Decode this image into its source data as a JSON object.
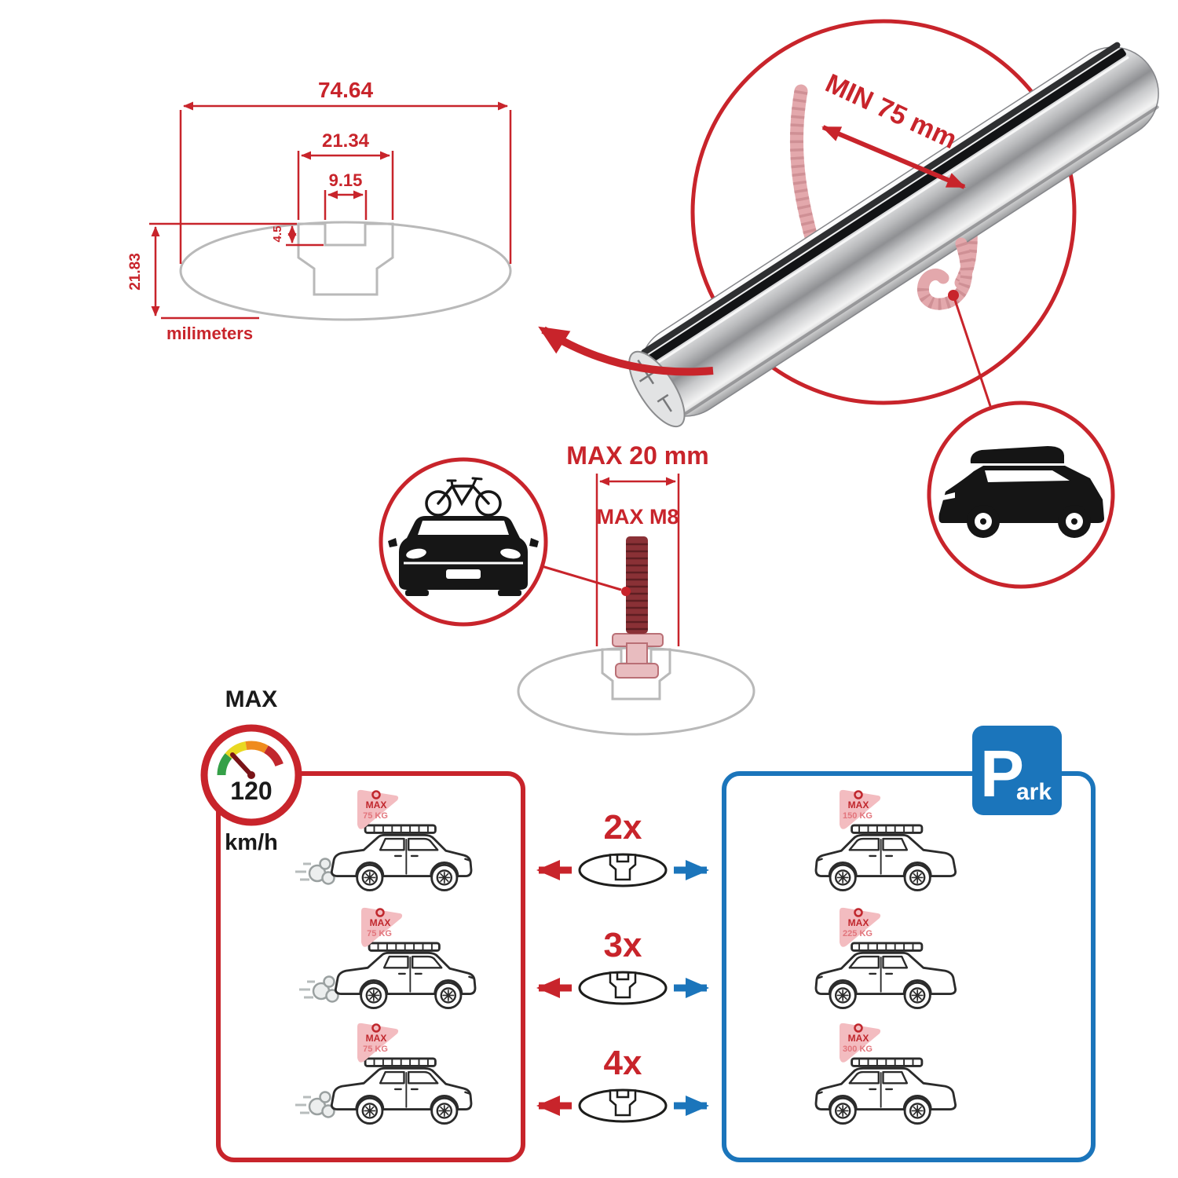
{
  "colors": {
    "accent_red": "#c8242b",
    "accent_blue": "#1b75bb",
    "clamp_pink": "#e3a8ac",
    "profile_gray": "#b9b9b9",
    "line_dark": "#1d1d1b"
  },
  "cross_section": {
    "total_width": "74.64",
    "slot_outer_width": "21.34",
    "slot_inner_width": "9.15",
    "lip_depth": "4.5",
    "profile_height": "21.83",
    "units_label": "milimeters"
  },
  "bar_closeup": {
    "min_clamp_span_label": "MIN 75 mm"
  },
  "bolt_diagram": {
    "max_width_label": "MAX 20 mm",
    "max_thread_label": "MAX M8"
  },
  "speed_limit": {
    "title": "MAX",
    "value": "120",
    "units": "km/h"
  },
  "parking_sign": {
    "letter": "P",
    "suffix": "ark"
  },
  "crossbar_counts": [
    {
      "label": "2x"
    },
    {
      "label": "3x"
    },
    {
      "label": "4x"
    }
  ],
  "driving_cars": [
    {
      "flag_title": "MAX",
      "flag_load": "75 KG"
    },
    {
      "flag_title": "MAX",
      "flag_load": "75 KG"
    },
    {
      "flag_title": "MAX",
      "flag_load": "75 KG"
    }
  ],
  "parked_cars": [
    {
      "flag_title": "MAX",
      "flag_load": "150 KG"
    },
    {
      "flag_title": "MAX",
      "flag_load": "225 KG"
    },
    {
      "flag_title": "MAX",
      "flag_load": "300 KG"
    }
  ]
}
